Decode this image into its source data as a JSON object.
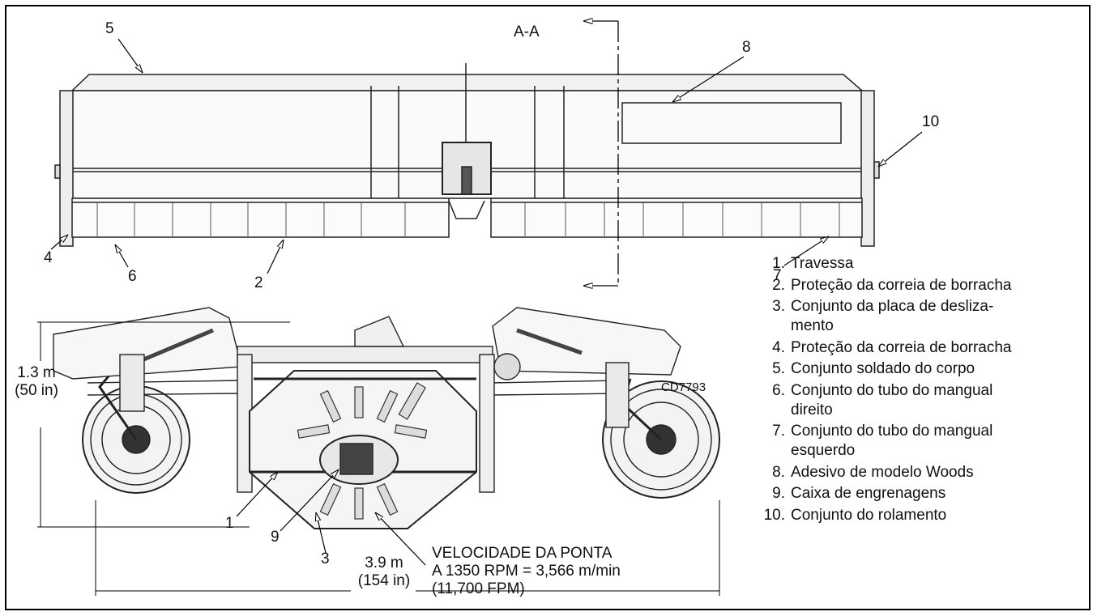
{
  "section_label": "A-A",
  "drawing_code": "CD7793",
  "callouts": [
    "1",
    "2",
    "3",
    "4",
    "5",
    "6",
    "7",
    "8",
    "9",
    "10"
  ],
  "dimensions": {
    "height_metric": "1.3 m",
    "height_imperial": "(50 in)",
    "width_metric": "3.9 m",
    "width_imperial": "(154 in)"
  },
  "tip_speed": {
    "line1": "VELOCIDADE DA PONTA",
    "line2": "A 1350 RPM = 3,566 m/min",
    "line3": "(11,700 FPM)"
  },
  "legend": [
    {
      "num": "1.",
      "text": "Travessa"
    },
    {
      "num": "2.",
      "text": "Proteção da correia de borracha"
    },
    {
      "num": "3.",
      "text": "Conjunto da placa de desliza-\nmento"
    },
    {
      "num": "4.",
      "text": "Proteção da correia de borracha"
    },
    {
      "num": "5.",
      "text": "Conjunto soldado do corpo"
    },
    {
      "num": "6.",
      "text": "Conjunto do tubo do mangual\ndireito"
    },
    {
      "num": "7.",
      "text": "Conjunto do tubo do mangual\nesquerdo"
    },
    {
      "num": "8.",
      "text": "Adesivo de modelo Woods"
    },
    {
      "num": "9.",
      "text": "Caixa de engrenagens"
    },
    {
      "num": "10.",
      "text": "Conjunto do rolamento"
    }
  ]
}
